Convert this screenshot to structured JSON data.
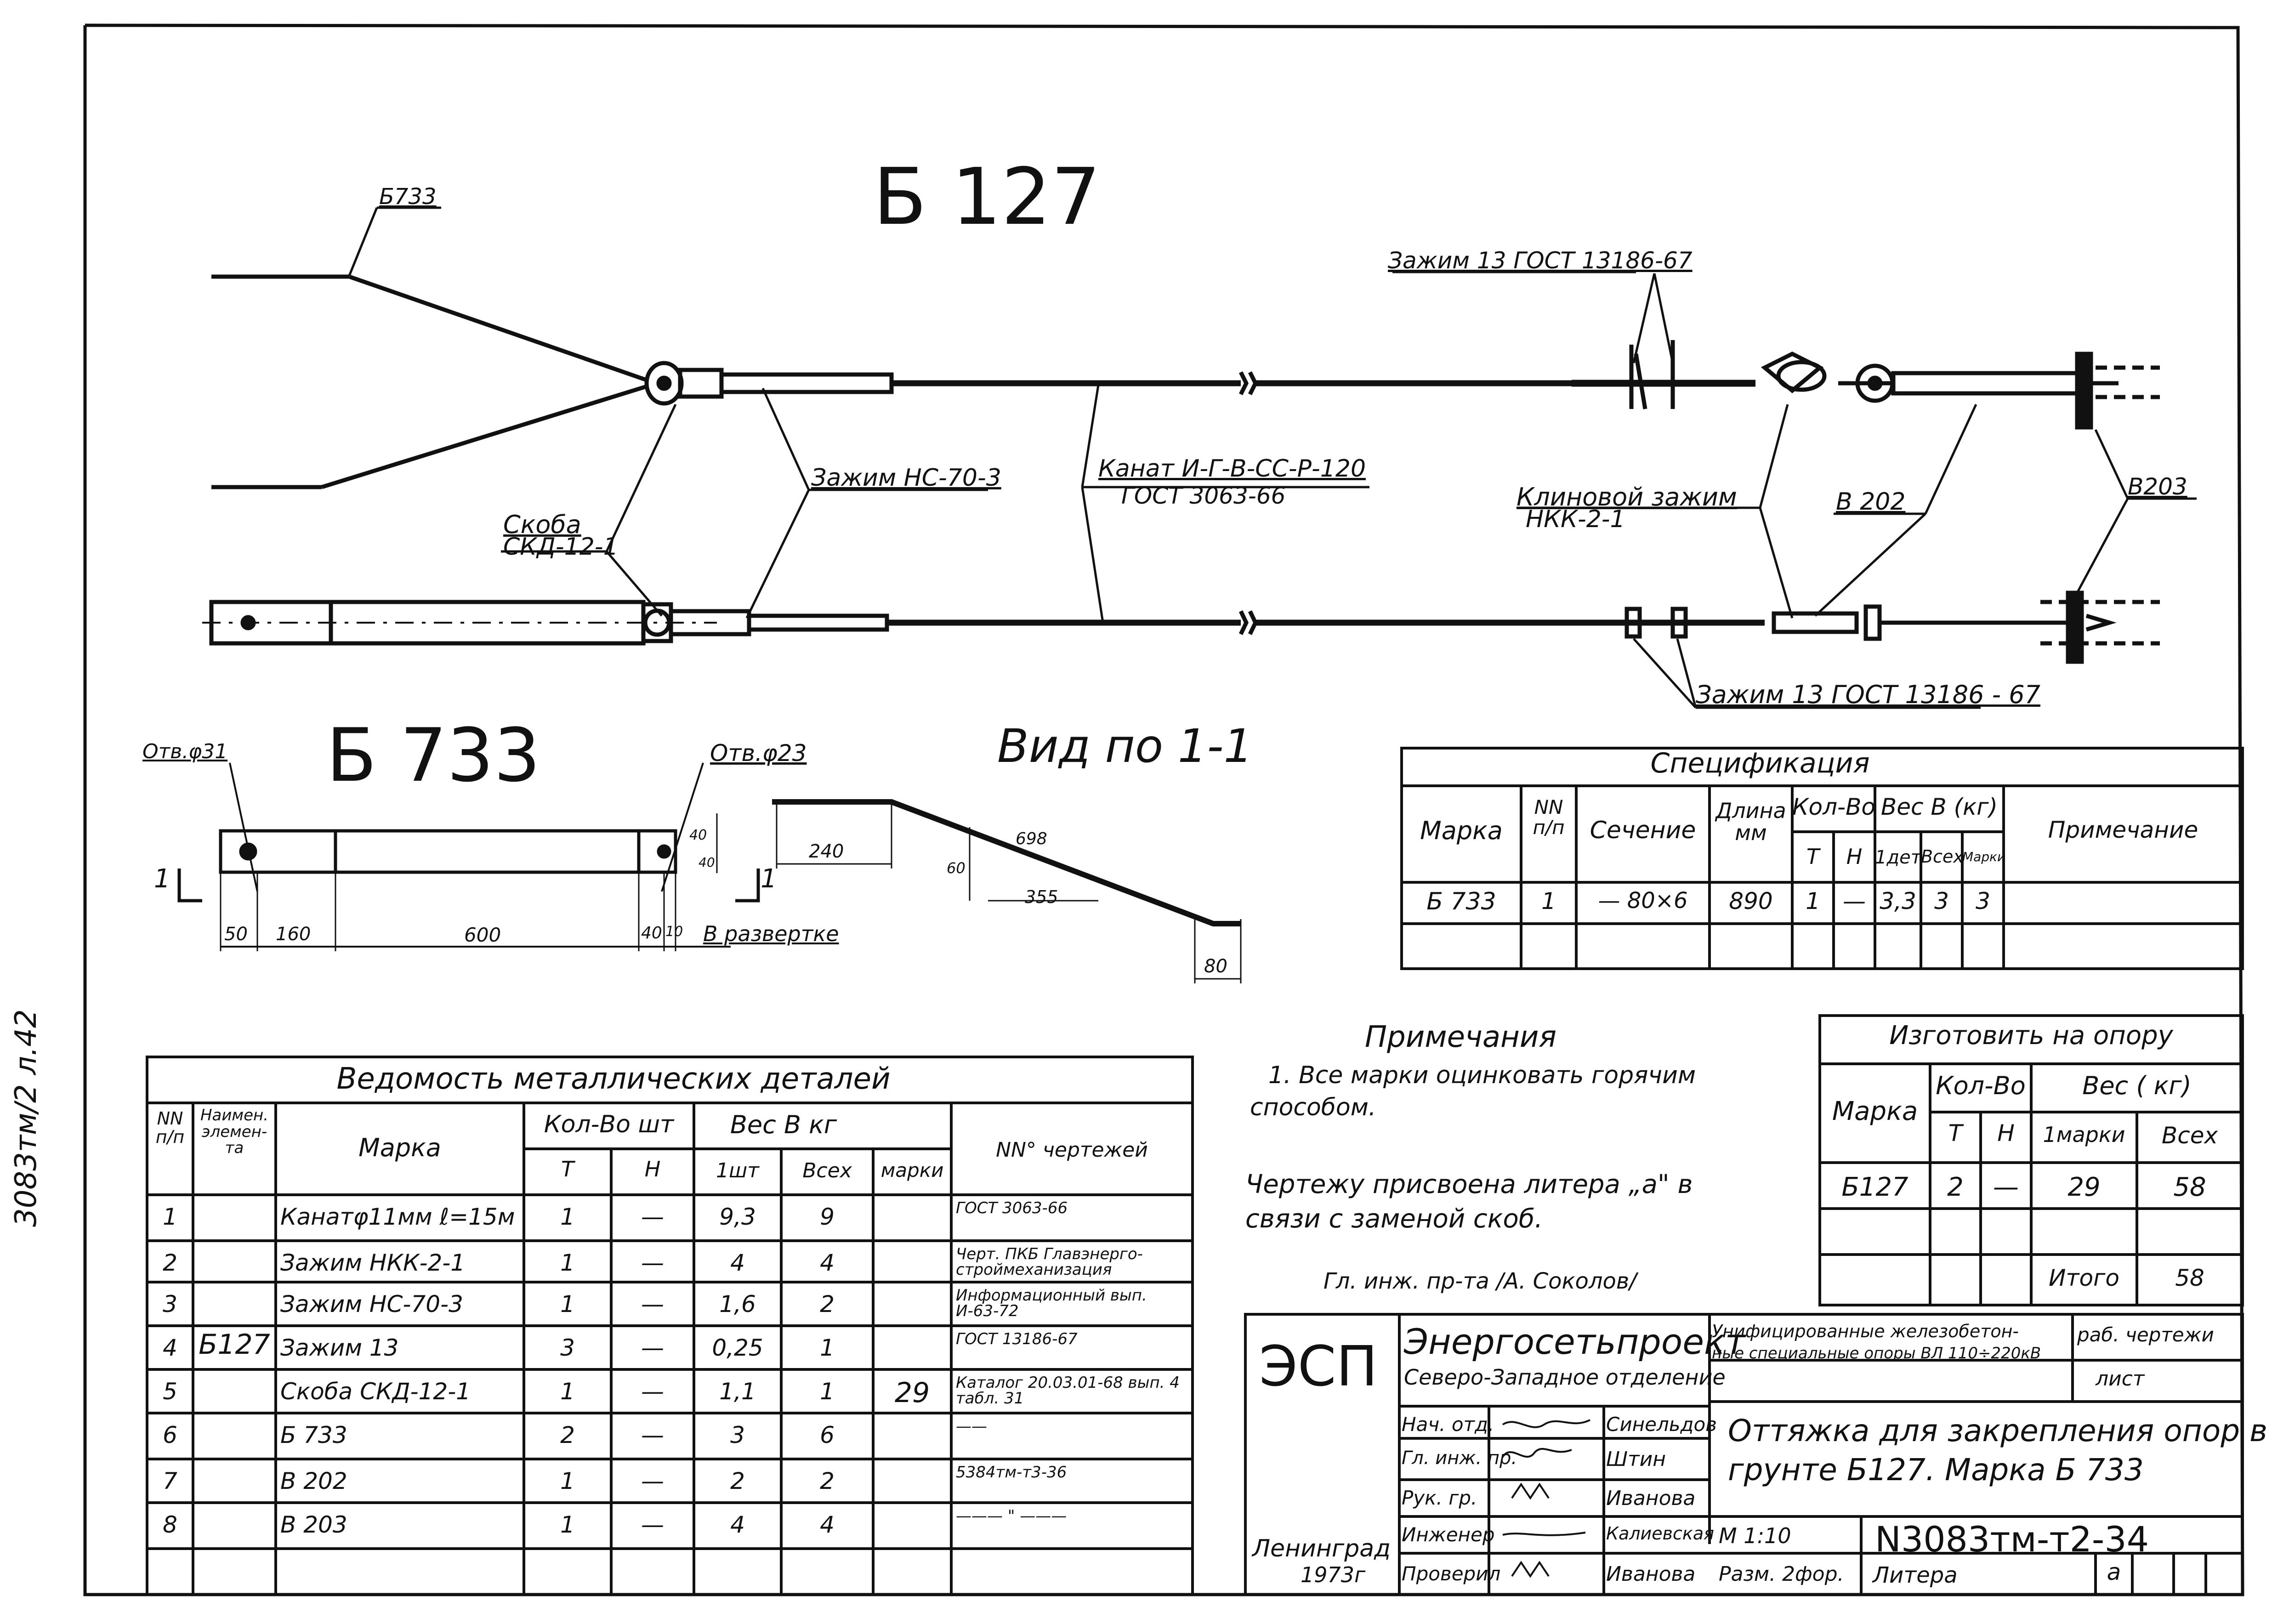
{
  "labels": {
    "mark_b127": "Б 127",
    "ref_b733": "Б733",
    "clamp13_top": "Зажим 13 ГОСТ 13186-67",
    "clamp_nc": "Зажим НС-70-3",
    "cable_line1": "Канат И-Г-В-СС-Р-120",
    "cable_line2": "ГОСТ 3063-66",
    "bracket_line1": "Скоба",
    "bracket_line2": "СКД-12-1",
    "wedge_line1": "Клиновой зажим",
    "wedge_line2": "НКК-2-1",
    "ref_b202": "В 202",
    "ref_b203": "В203",
    "clamp13_bottom": "Зажим 13 ГОСТ 13186 - 67",
    "mark_b733": "Б 733",
    "hole_left": "Отв.φ31",
    "hole_right": "Отв.φ23",
    "view_title": "Вид по 1-1",
    "section_mark": "1",
    "dims": {
      "d50": "50",
      "d160": "160",
      "d600": "600",
      "d40": "40",
      "d10": "10",
      "unfolded": "В развертке",
      "v40": "40",
      "v40b": "40",
      "d240": "240",
      "d698": "698",
      "d355": "355",
      "d60": "60",
      "d80": "80"
    },
    "side_code": "3083тм/2 л.42"
  },
  "spec": {
    "title": "Спецификация",
    "h_mark": "Марка",
    "h_nn": "NN п/п",
    "h_section": "Сечение",
    "h_length": "Длина мм",
    "h_qty": "Кол-Во",
    "h_t": "Т",
    "h_n": "Н",
    "h_weight": "Вес В (кг)",
    "h_1det": "1дет",
    "h_all": "Всех",
    "h_marks": "Марки",
    "h_note": "Примечание",
    "row": {
      "mark": "Б 733",
      "nn": "1",
      "section": "— 80×6",
      "length": "890",
      "t": "1",
      "n": "—",
      "w1": "3,3",
      "wall": "3",
      "wmark": "3",
      "note": ""
    }
  },
  "notes": {
    "title": "Примечания",
    "line1": "1. Все марки оцинковать горячим",
    "line2": "способом.",
    "line3": "Чертежу присвоена литера „а\" в",
    "line4": "связи с заменой скоб.",
    "signature": "Гл. инж. пр-та          /А. Соколов/"
  },
  "make": {
    "title": "Изготовить на опору",
    "h_mark": "Марка",
    "h_qty": "Кол-Во",
    "h_t": "Т",
    "h_n": "Н",
    "h_weight": "Вес ( кг)",
    "h_1mark": "1марки",
    "h_all": "Всех",
    "row": {
      "mark": "Б127",
      "t": "2",
      "n": "—",
      "w1": "29",
      "wall": "58"
    },
    "total_label": "Итого",
    "total_value": "58"
  },
  "bom": {
    "title": "Ведомость металлических деталей",
    "h_nn": "NN п/п",
    "h_elem": "Наимен. элемен- та",
    "h_mark": "Марка",
    "h_qty": "Кол-Во шт",
    "h_t": "Т",
    "h_n": "Н",
    "h_weight": "Вес В кг",
    "h_1pc": "1шт",
    "h_all": "Всех",
    "h_marks": "марки",
    "h_drawing": "NN° чертежей",
    "element": "Б127",
    "mark_weight": "29",
    "rows": [
      {
        "nn": "1",
        "mark": "Канатφ11мм ℓ=15м",
        "t": "1",
        "n": "—",
        "w1": "9,3",
        "wall": "9",
        "drawing": "ГОСТ 3063-66"
      },
      {
        "nn": "2",
        "mark": "Зажим НКК-2-1",
        "t": "1",
        "n": "—",
        "w1": "4",
        "wall": "4",
        "drawing": "Черт. ПКБ Главэнерго-строймеханизация"
      },
      {
        "nn": "3",
        "mark": "Зажим НС-70-3",
        "t": "1",
        "n": "—",
        "w1": "1,6",
        "wall": "2",
        "drawing": "Информационный вып. И-63-72"
      },
      {
        "nn": "4",
        "mark": "Зажим 13",
        "t": "3",
        "n": "—",
        "w1": "0,25",
        "wall": "1",
        "drawing": "ГОСТ 13186-67"
      },
      {
        "nn": "5",
        "mark": "Скоба СКД-12-1",
        "t": "1",
        "n": "—",
        "w1": "1,1",
        "wall": "1",
        "drawing": "Каталог 20.03.01-68 вып. 4 табл. 31"
      },
      {
        "nn": "6",
        "mark": "Б 733",
        "t": "2",
        "n": "—",
        "w1": "3",
        "wall": "6",
        "drawing": "——"
      },
      {
        "nn": "7",
        "mark": "В 202",
        "t": "1",
        "n": "—",
        "w1": "2",
        "wall": "2",
        "drawing": "5384тм-т3-36"
      },
      {
        "nn": "8",
        "mark": "В 203",
        "t": "1",
        "n": "—",
        "w1": "4",
        "wall": "4",
        "drawing": "———  \"  ———"
      }
    ]
  },
  "title_block": {
    "org_abbr": "ЭСП",
    "org_name": "Энергосетьпроект",
    "org_branch": "Северо-Западное отделение",
    "project_line1": "Унифицированные железобетон-",
    "project_line2": "ные специальные опоры ВЛ 110÷220кВ",
    "work_drawings": "раб. чертежи",
    "sheet_label": "лист",
    "title_line1": "Оттяжка для закрепления опор в",
    "title_line2": "грунте  Б127.   Марка Б 733",
    "city": "Ленинград",
    "year": "1973г",
    "roles": [
      {
        "role": "Нач. отд.",
        "sig": "",
        "name": "Синельдов"
      },
      {
        "role": "Гл. инж. пр.",
        "sig": "",
        "name": "Штин"
      },
      {
        "role": "Рук. гр.",
        "sig": "",
        "name": "Иванова"
      },
      {
        "role": "Инженер",
        "sig": "",
        "name": "Калиевская"
      },
      {
        "role": "Проверил",
        "sig": "",
        "name": "Иванова"
      }
    ],
    "scale": "М 1:10",
    "size": "Разм. 2фор.",
    "drawing_no": "N3083тм-т2-34",
    "litera_label": "Литера",
    "litera_value": "а"
  }
}
